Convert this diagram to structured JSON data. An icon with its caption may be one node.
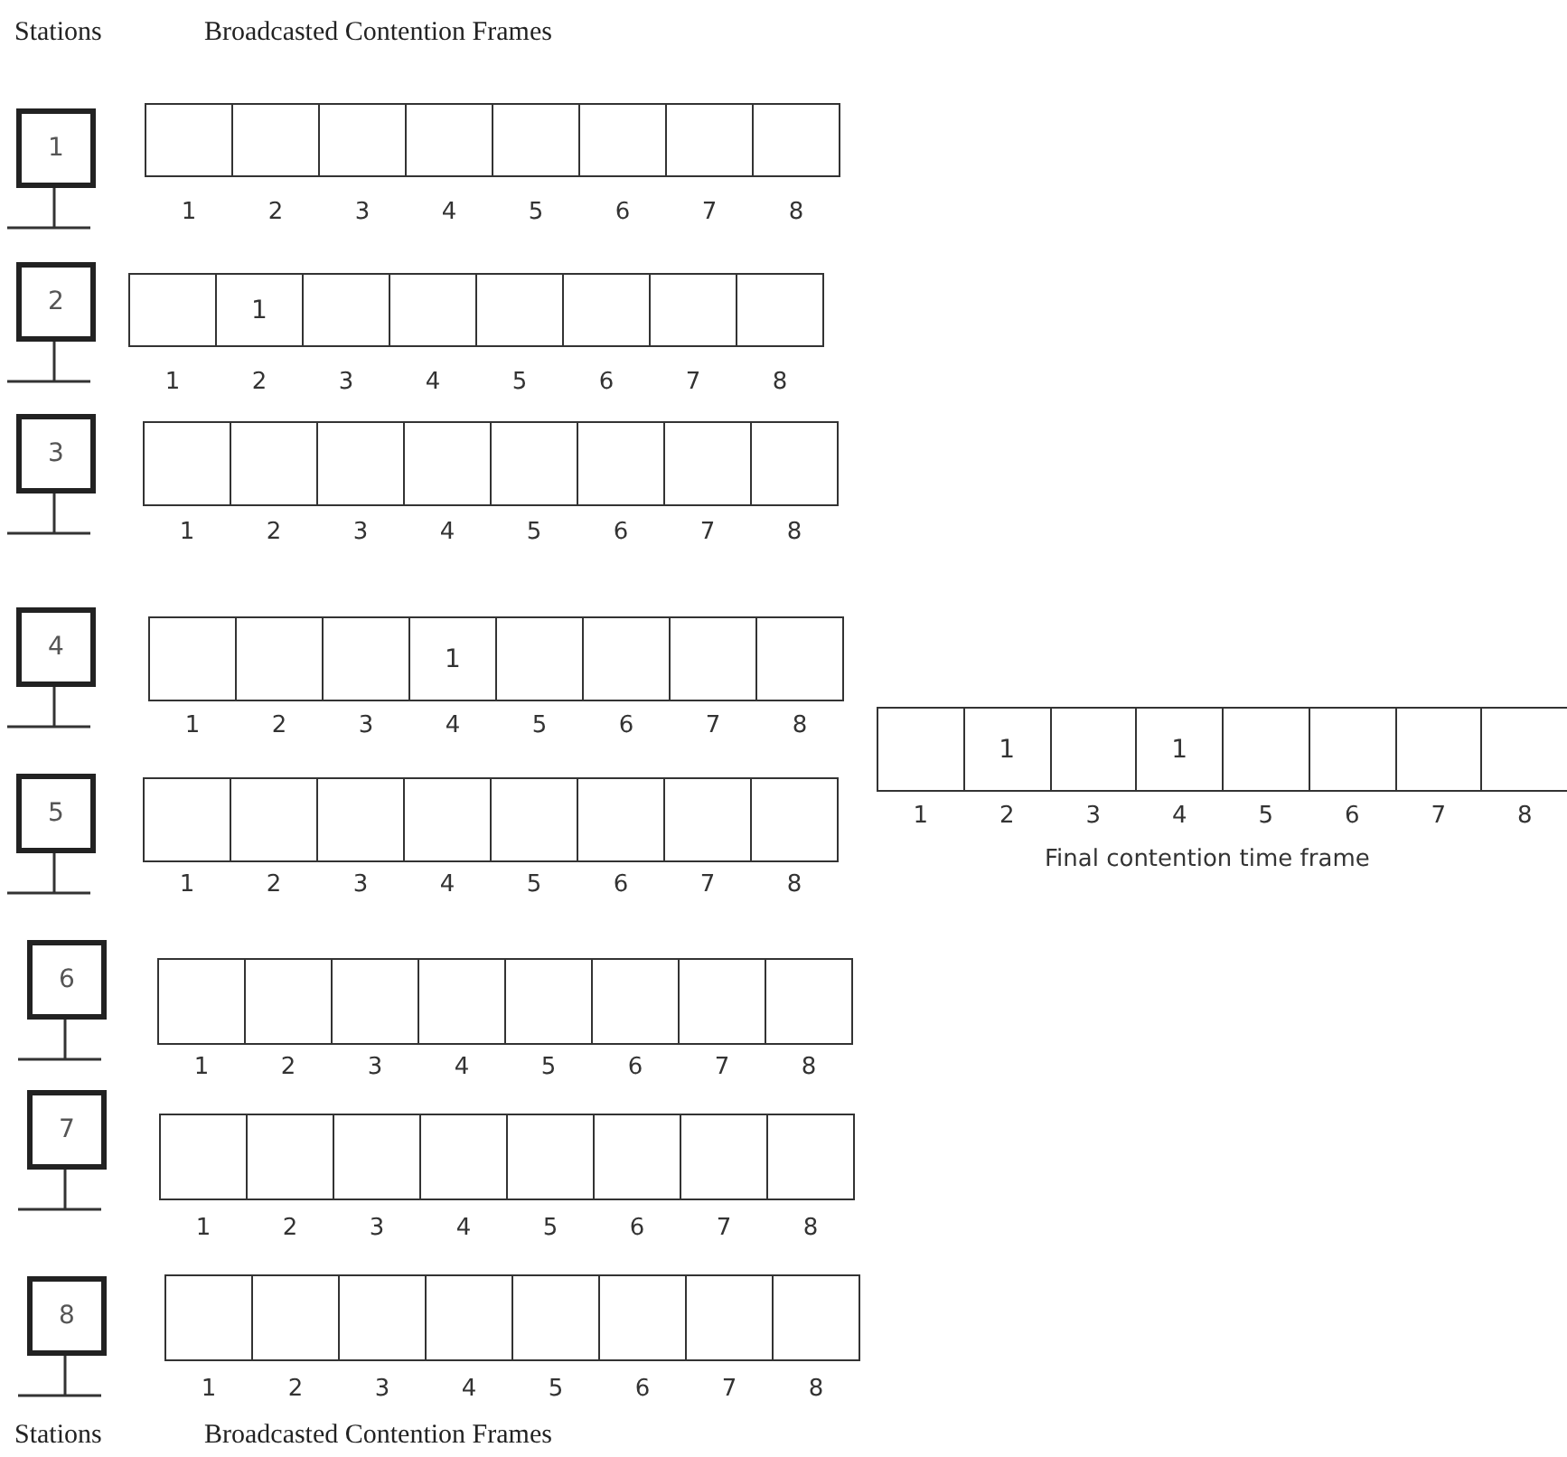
{
  "diagram": {
    "nodes": [
      {
        "text": [
          "1"
        ]
      },
      {
        "text": [],
        "shape": "box",
        "beside": [
          "1"
        ]
      },
      {
        "text": [],
        "shape": "box",
        "beside": [
          "2"
        ]
      },
      {
        "text": [],
        "shape": "box",
        "beside": [
          "3"
        ]
      },
      {
        "text": [],
        "shape": "box",
        "beside": [
          "4"
        ]
      },
      {
        "text": [],
        "shape": "box",
        "beside": [
          "5"
        ]
      },
      {
        "text": [],
        "shape": "box",
        "beside": [
          "6"
        ]
      },
      {
        "text": [],
        "shape": "box",
        "beside": [
          "7"
        ]
      },
      {
        "text": [],
        "shape": "box",
        "beside": [
          "8"
        ]
      },
      {
        "text": [
          "2"
        ]
      },
      {
        "text": [],
        "shape": "box",
        "beside": [
          "1"
        ]
      },
      {
        "text": [
          "1"
        ],
        "beside": [
          "2"
        ]
      },
      {
        "text": [],
        "shape": "box",
        "beside": [
          "3"
        ]
      },
      {
        "text": [],
        "shape": "box",
        "beside": [
          "4"
        ]
      },
      {
        "text": [],
        "shape": "box",
        "beside": [
          "5"
        ]
      },
      {
        "text": [],
        "shape": "box",
        "beside": [
          "6"
        ]
      },
      {
        "text": [],
        "shape": "box",
        "beside": [
          "7"
        ]
      },
      {
        "text": [],
        "shape": "box",
        "beside": [
          "8"
        ]
      },
      {
        "text": [
          "3"
        ]
      },
      {
        "text": [],
        "shape": "box",
        "beside": [
          "1"
        ]
      },
      {
        "text": [],
        "shape": "box",
        "beside": [
          "2"
        ]
      },
      {
        "text": [],
        "shape": "box",
        "beside": [
          "3"
        ]
      },
      {
        "text": [],
        "shape": "box",
        "beside": [
          "4"
        ]
      },
      {
        "text": [],
        "shape": "box",
        "beside": [
          "5"
        ]
      },
      {
        "text": [],
        "shape": "box",
        "beside": [
          "6"
        ]
      },
      {
        "text": [],
        "shape": "box",
        "beside": [
          "7"
        ]
      },
      {
        "text": [],
        "shape": "box",
        "beside": [
          "8"
        ]
      },
      {
        "text": [
          "4"
        ]
      },
      {
        "text": [],
        "shape": "box",
        "beside": [
          "1"
        ]
      },
      {
        "text": [],
        "shape": "box",
        "beside": [
          "2"
        ]
      },
      {
        "text": [],
        "shape": "box",
        "beside": [
          "3"
        ]
      },
      {
        "text": [
          "1"
        ],
        "beside": [
          "4"
        ]
      },
      {
        "text": [],
        "shape": "box",
        "beside": [
          "5"
        ]
      },
      {
        "text": [],
        "shape": "box",
        "beside": [
          "6"
        ]
      },
      {
        "text": [],
        "shape": "box",
        "beside": [
          "7"
        ]
      },
      {
        "text": [],
        "shape": "box",
        "beside": [
          "8"
        ]
      },
      {
        "text": [
          "5"
        ]
      },
      {
        "text": [],
        "shape": "box",
        "beside": [
          "1"
        ]
      },
      {
        "text": [],
        "shape": "box",
        "beside": [
          "2"
        ]
      },
      {
        "text": [],
        "shape": "box",
        "beside": [
          "3"
        ]
      },
      {
        "text": [],
        "shape": "box",
        "beside": [
          "4"
        ]
      },
      {
        "text": [],
        "shape": "box",
        "beside": [
          "5"
        ]
      },
      {
        "text": [],
        "shape": "box",
        "beside": [
          "6"
        ]
      },
      {
        "text": [],
        "shape": "box",
        "beside": [
          "7"
        ]
      },
      {
        "text": [],
        "shape": "box",
        "beside": [
          "8"
        ]
      },
      {
        "text": [
          "6"
        ]
      },
      {
        "text": [],
        "shape": "box",
        "beside": [
          "1"
        ]
      },
      {
        "text": [],
        "shape": "box",
        "beside": [
          "2"
        ]
      },
      {
        "text": [],
        "shape": "box",
        "beside": [
          "3"
        ]
      },
      {
        "text": [],
        "shape": "box",
        "beside": [
          "4"
        ]
      },
      {
        "text": [],
        "shape": "box",
        "beside": [
          "5"
        ]
      },
      {
        "text": [],
        "shape": "box",
        "beside": [
          "6"
        ]
      },
      {
        "text": [],
        "shape": "box",
        "beside": [
          "7"
        ]
      },
      {
        "text": [],
        "shape": "box",
        "beside": [
          "8"
        ]
      },
      {
        "text": [
          "7"
        ]
      },
      {
        "text": [],
        "shape": "box",
        "beside": [
          "1"
        ]
      },
      {
        "text": [],
        "shape": "box",
        "beside": [
          "2"
        ]
      },
      {
        "text": [],
        "shape": "box",
        "beside": [
          "3"
        ]
      },
      {
        "text": [],
        "shape": "box",
        "beside": [
          "4"
        ]
      },
      {
        "text": [],
        "shape": "box",
        "beside": [
          "5"
        ]
      },
      {
        "text": [],
        "shape": "box",
        "beside": [
          "6"
        ]
      },
      {
        "text": [],
        "shape": "box",
        "beside": [
          "7"
        ]
      },
      {
        "text": [],
        "shape": "box",
        "beside": [
          "8"
        ]
      },
      {
        "text": [
          "8"
        ]
      },
      {
        "text": [],
        "shape": "box",
        "beside": [
          "1"
        ]
      },
      {
        "text": [],
        "shape": "box",
        "beside": [
          "2"
        ]
      },
      {
        "text": [],
        "shape": "box",
        "beside": [
          "3"
        ]
      },
      {
        "text": [],
        "shape": "box",
        "beside": [
          "4"
        ]
      },
      {
        "text": [],
        "shape": "box",
        "beside": [
          "5"
        ]
      },
      {
        "text": [],
        "shape": "box",
        "beside": [
          "6"
        ]
      },
      {
        "text": [],
        "shape": "box",
        "beside": [
          "7"
        ]
      },
      {
        "text": [],
        "shape": "box",
        "beside": [
          "8"
        ]
      },
      {
        "text": [],
        "shape": "box",
        "beside": [
          "1"
        ]
      },
      {
        "text": [
          "1"
        ],
        "beside": [
          "2"
        ]
      },
      {
        "text": [],
        "shape": "box",
        "beside": [
          "3"
        ]
      },
      {
        "text": [
          "1"
        ],
        "beside": [
          "4"
        ]
      },
      {
        "text": [],
        "shape": "box",
        "beside": [
          "5"
        ]
      },
      {
        "text": [],
        "shape": "box",
        "beside": [
          "6"
        ]
      },
      {
        "text": [],
        "shape": "box",
        "beside": [
          "7"
        ]
      },
      {
        "text": [],
        "shape": "box",
        "beside": [
          "8"
        ]
      }
    ],
    "labels": [
      "Stations",
      "Broadcasted Contention Frames",
      "Final contention time frame",
      "Stations",
      "Broadcasted Contention Frames"
    ]
  }
}
